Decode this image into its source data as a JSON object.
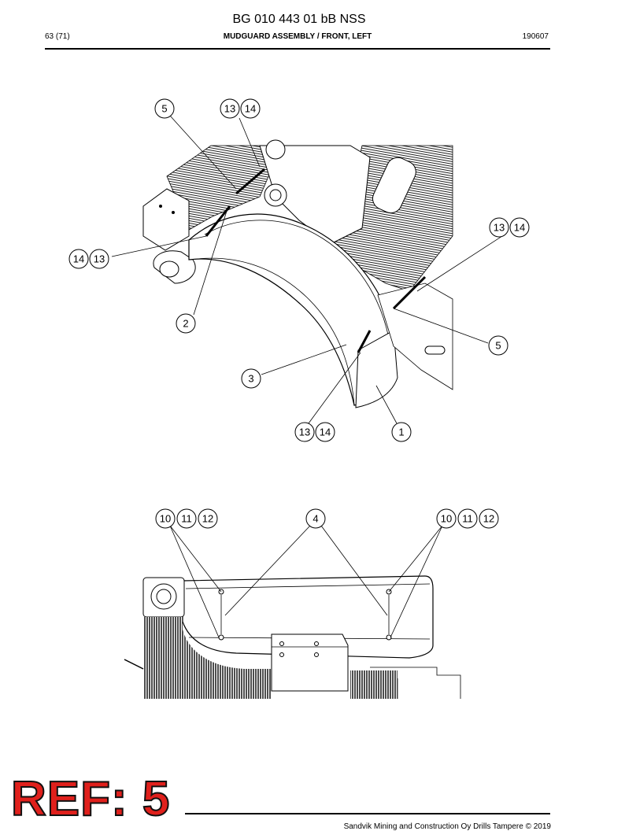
{
  "header": {
    "doc_code": "BG 010 443 01 bB NSS",
    "page": "63 (71)",
    "title": "MUDGUARD ASSEMBLY / FRONT, LEFT",
    "date": "190607"
  },
  "figure_top": {
    "callouts": {
      "c1": "5",
      "c2": "13",
      "c3": "14",
      "c4": "13",
      "c5": "14",
      "c6": "14",
      "c7": "13",
      "c8": "2",
      "c9": "5",
      "c10": "3",
      "c11": "13",
      "c12": "14",
      "c13": "1"
    }
  },
  "figure_bottom": {
    "callouts": {
      "c1": "10",
      "c2": "11",
      "c3": "12",
      "c4": "4",
      "c5": "10",
      "c6": "11",
      "c7": "12"
    }
  },
  "stamp": "REF: 5",
  "footer": "Sandvik Mining and Construction Oy Drills Tampere © 2019"
}
